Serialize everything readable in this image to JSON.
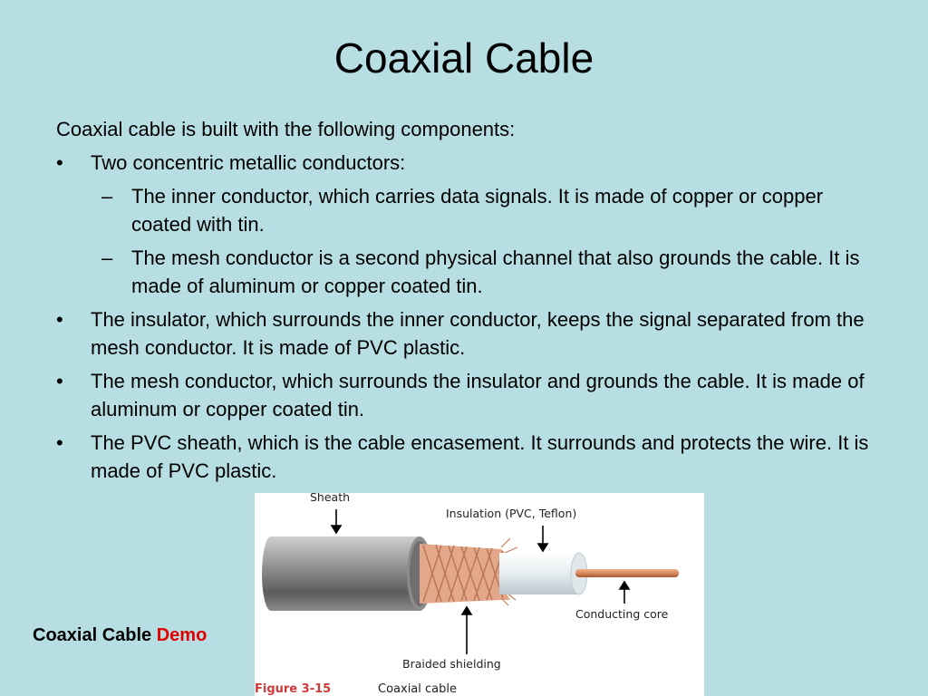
{
  "slide": {
    "title": "Coaxial Cable",
    "intro": "Coaxial cable is built with the following components:",
    "bullet_mark": "•",
    "sub_mark": "–",
    "bullets": [
      {
        "text": "Two concentric metallic conductors:",
        "subs": [
          "The inner conductor, which carries data signals. It is made of copper or copper coated with tin.",
          "The mesh conductor is a second physical channel that also grounds the cable. It is made of aluminum or copper coated tin."
        ]
      },
      {
        "text": "The insulator, which surrounds the inner conductor, keeps the signal separated from the mesh conductor. It is made of PVC plastic."
      },
      {
        "text": "The mesh conductor, which surrounds the insulator and grounds the cable. It is made of aluminum or copper coated tin."
      },
      {
        "text": "The PVC sheath, which is the cable encasement. It surrounds and protects the wire. It is made of PVC plastic."
      }
    ],
    "demo_link": {
      "label": "Coaxial Cable",
      "highlight": "Demo"
    }
  },
  "figure": {
    "labels": {
      "sheath": "Sheath",
      "insulation": "Insulation (PVC, Teflon)",
      "core": "Conducting core",
      "braid": "Braided shielding"
    },
    "caption_number": "Figure 3-15",
    "caption_text": "Coaxial cable"
  },
  "colors": {
    "background": "#b7dfe3",
    "demo_highlight": "#e00000",
    "figure_caption": "#d23a3a",
    "copper": "#d9885c"
  }
}
